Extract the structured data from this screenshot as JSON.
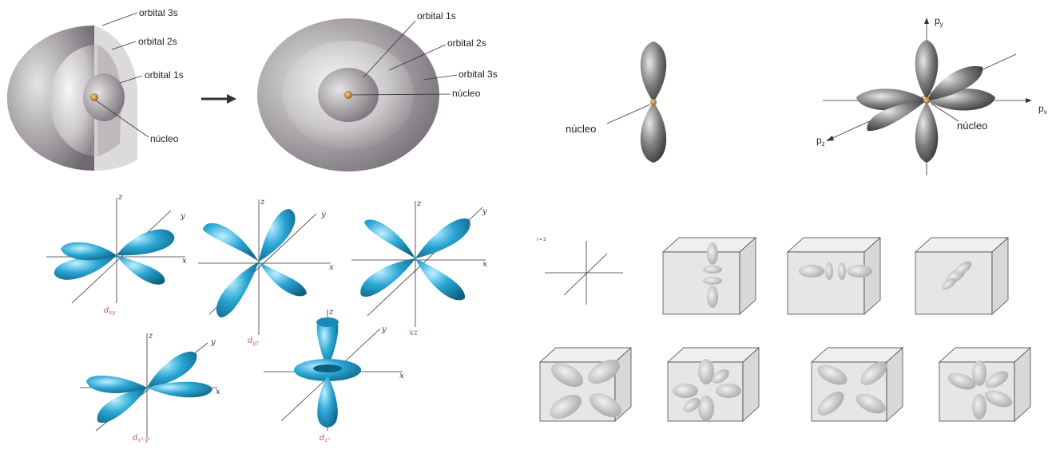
{
  "shells": {
    "cutaway": {
      "label_3s": "orbital 3s",
      "label_2s": "orbital 2s",
      "label_1s": "orbital 1s",
      "label_nucleus": "núcleo"
    },
    "sphere": {
      "label_1s": "orbital 1s",
      "label_2s": "orbital 2s",
      "label_3s": "orbital 3s",
      "label_nucleus": "núcleo"
    }
  },
  "p_orbital_single": {
    "label_nucleus": "núcleo"
  },
  "p_orbitals_combined": {
    "axis_y": "p",
    "axis_y_sub": "y",
    "axis_x": "p",
    "axis_x_sub": "x",
    "axis_z": "p",
    "axis_z_sub": "z",
    "label_nucleus": "núcleo"
  },
  "d_orbitals": {
    "dxy": {
      "label": "d",
      "sub": "xy"
    },
    "dyz": {
      "label": "d",
      "sub": "yz"
    },
    "dxz": {
      "label": "xz"
    },
    "dx2y2": {
      "label": "d",
      "sub": "x²-y²"
    },
    "dz2": {
      "label": "d",
      "sub": "z²"
    },
    "axis_x": "x",
    "axis_y": "y",
    "axis_z": "z"
  },
  "f_panel": {
    "axes_note": "l = 3"
  },
  "colors": {
    "d_orbital": "#2aa6d4",
    "lobe_gray": "#5a5a5a",
    "nucleus": "#c8902c",
    "label_red": "#c0505a"
  }
}
